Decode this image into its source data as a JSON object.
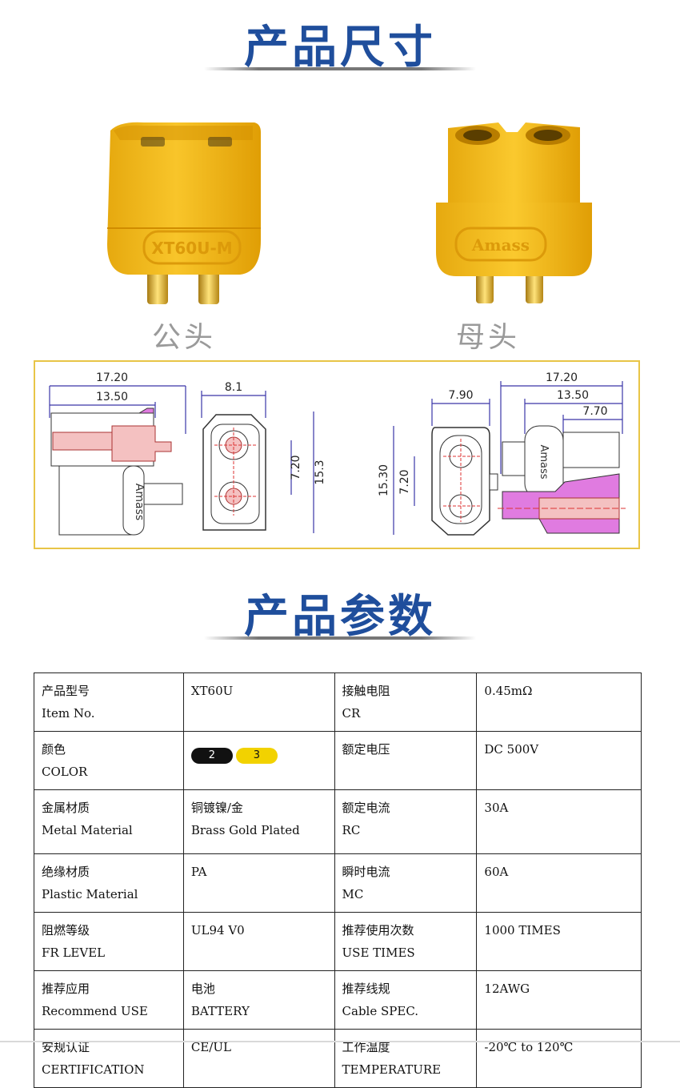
{
  "section1": {
    "title": "产品尺寸"
  },
  "products": [
    {
      "caption": "公头",
      "embossed": "XT60U-M"
    },
    {
      "caption": "母头",
      "embossed": "Amass"
    }
  ],
  "drawing": {
    "male": {
      "dim_overall": "17.20",
      "dim_body": "13.50",
      "dim_width": "8.1",
      "dim_pitch": "7.20",
      "dim_height": "15.3",
      "embossed": "Amass"
    },
    "female": {
      "dim_width": "7.90",
      "dim_overall": "17.20",
      "dim_body": "13.50",
      "dim_tip": "7.70",
      "dim_height": "15.30",
      "dim_pitch": "7.20",
      "embossed": "Amass"
    }
  },
  "section2": {
    "title": "产品参数"
  },
  "specs": {
    "rows": [
      {
        "k1_zh": "产品型号",
        "k1_en": "Item No.",
        "v1": "XT60U",
        "k2_zh": "接触电阻",
        "k2_en": "CR",
        "v2": "0.45mΩ"
      },
      {
        "k1_zh": "颜色",
        "k1_en": "COLOR",
        "v1": "",
        "k2_zh": "额定电压",
        "k2_en": "",
        "v2": "DC 500V"
      },
      {
        "k1_zh": "金属材质",
        "k1_en": "Metal Material",
        "v1_zh": "铜镀镍/金",
        "v1": "Brass Gold Plated",
        "k2_zh": "额定电流",
        "k2_en": "RC",
        "v2": "30A"
      },
      {
        "k1_zh": "绝缘材质",
        "k1_en": "Plastic Material",
        "v1": "PA",
        "k2_zh": "瞬时电流",
        "k2_en": "MC",
        "v2": "60A"
      },
      {
        "k1_zh": "阻燃等级",
        "k1_en": "FR LEVEL",
        "v1": "UL94 V0",
        "k2_zh": "推荐使用次数",
        "k2_en": "USE TIMES",
        "v2": "1000 TIMES"
      },
      {
        "k1_zh": "推荐应用",
        "k1_en": "Recommend USE",
        "v1_zh": "电池",
        "v1": "BATTERY",
        "k2_zh": "推荐线规",
        "k2_en": "Cable SPEC.",
        "v2": "12AWG"
      },
      {
        "k1_zh": "安规认证",
        "k1_en": "CERTIFICATION",
        "v1": "CE/UL",
        "k2_zh": "工作温度",
        "k2_en": "TEMPERATURE",
        "v2": " -20℃ to 120℃"
      }
    ],
    "colors": [
      {
        "label": "2",
        "bg": "#111111",
        "fg": "#ffffff"
      },
      {
        "label": "3",
        "bg": "#f2d200",
        "fg": "#111111"
      }
    ]
  }
}
